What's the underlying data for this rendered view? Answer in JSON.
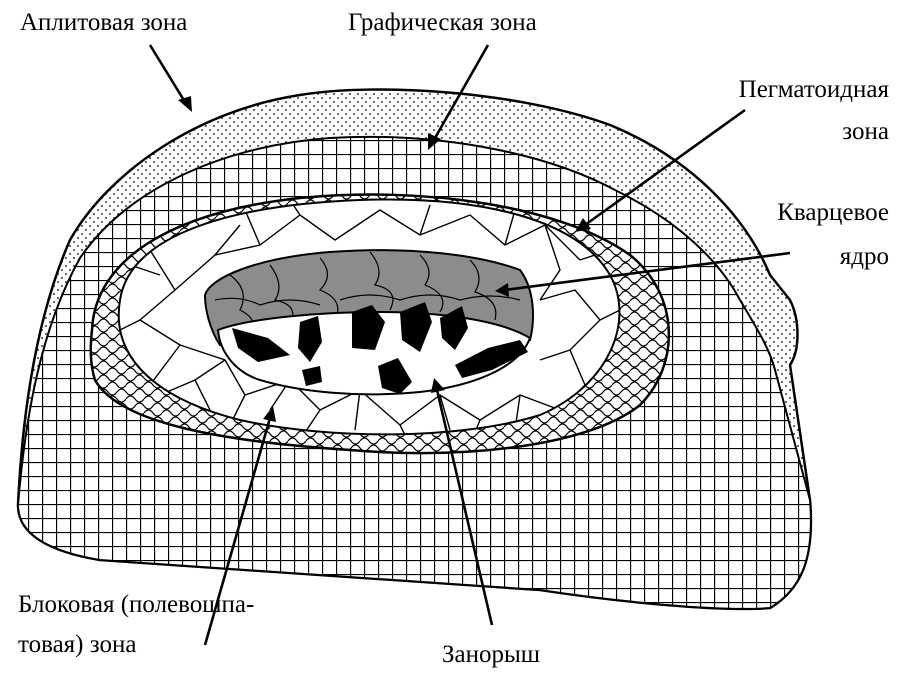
{
  "labels": {
    "aplite": "Аплитовая зона",
    "graphic": "Графическая зона",
    "pegmatoid_1": "Пегматоидная",
    "pegmatoid_2": "зона",
    "quartz_1": "Кварцевое",
    "quartz_2": "ядро",
    "block_1": "Блоковая (полевошпа-",
    "block_2": "товая) зона",
    "miarole": "Занорыш"
  },
  "colors": {
    "line": "#000000",
    "core_fill": "#8c8c8c",
    "cavity_fill": "#ffffff",
    "crystal_fill": "#000000"
  }
}
